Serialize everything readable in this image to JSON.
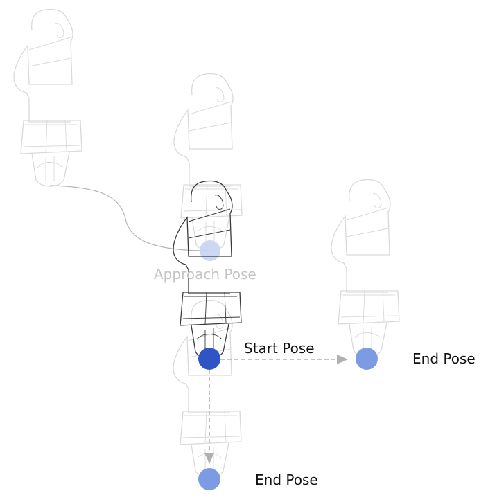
{
  "labels": {
    "approach_pose": "Approach Pose",
    "start_pose": "Start Pose",
    "end_pose_right": "End Pose",
    "end_pose_bottom": "End Pose"
  },
  "colors": {
    "start_marker": "#2f55c4",
    "end_marker": "#7d9be3",
    "approach_marker": "#c7d4f2",
    "path_line": "#a7a7a7",
    "robot_faint": "#d9d9d9",
    "robot_active": "#3a3a3a"
  }
}
